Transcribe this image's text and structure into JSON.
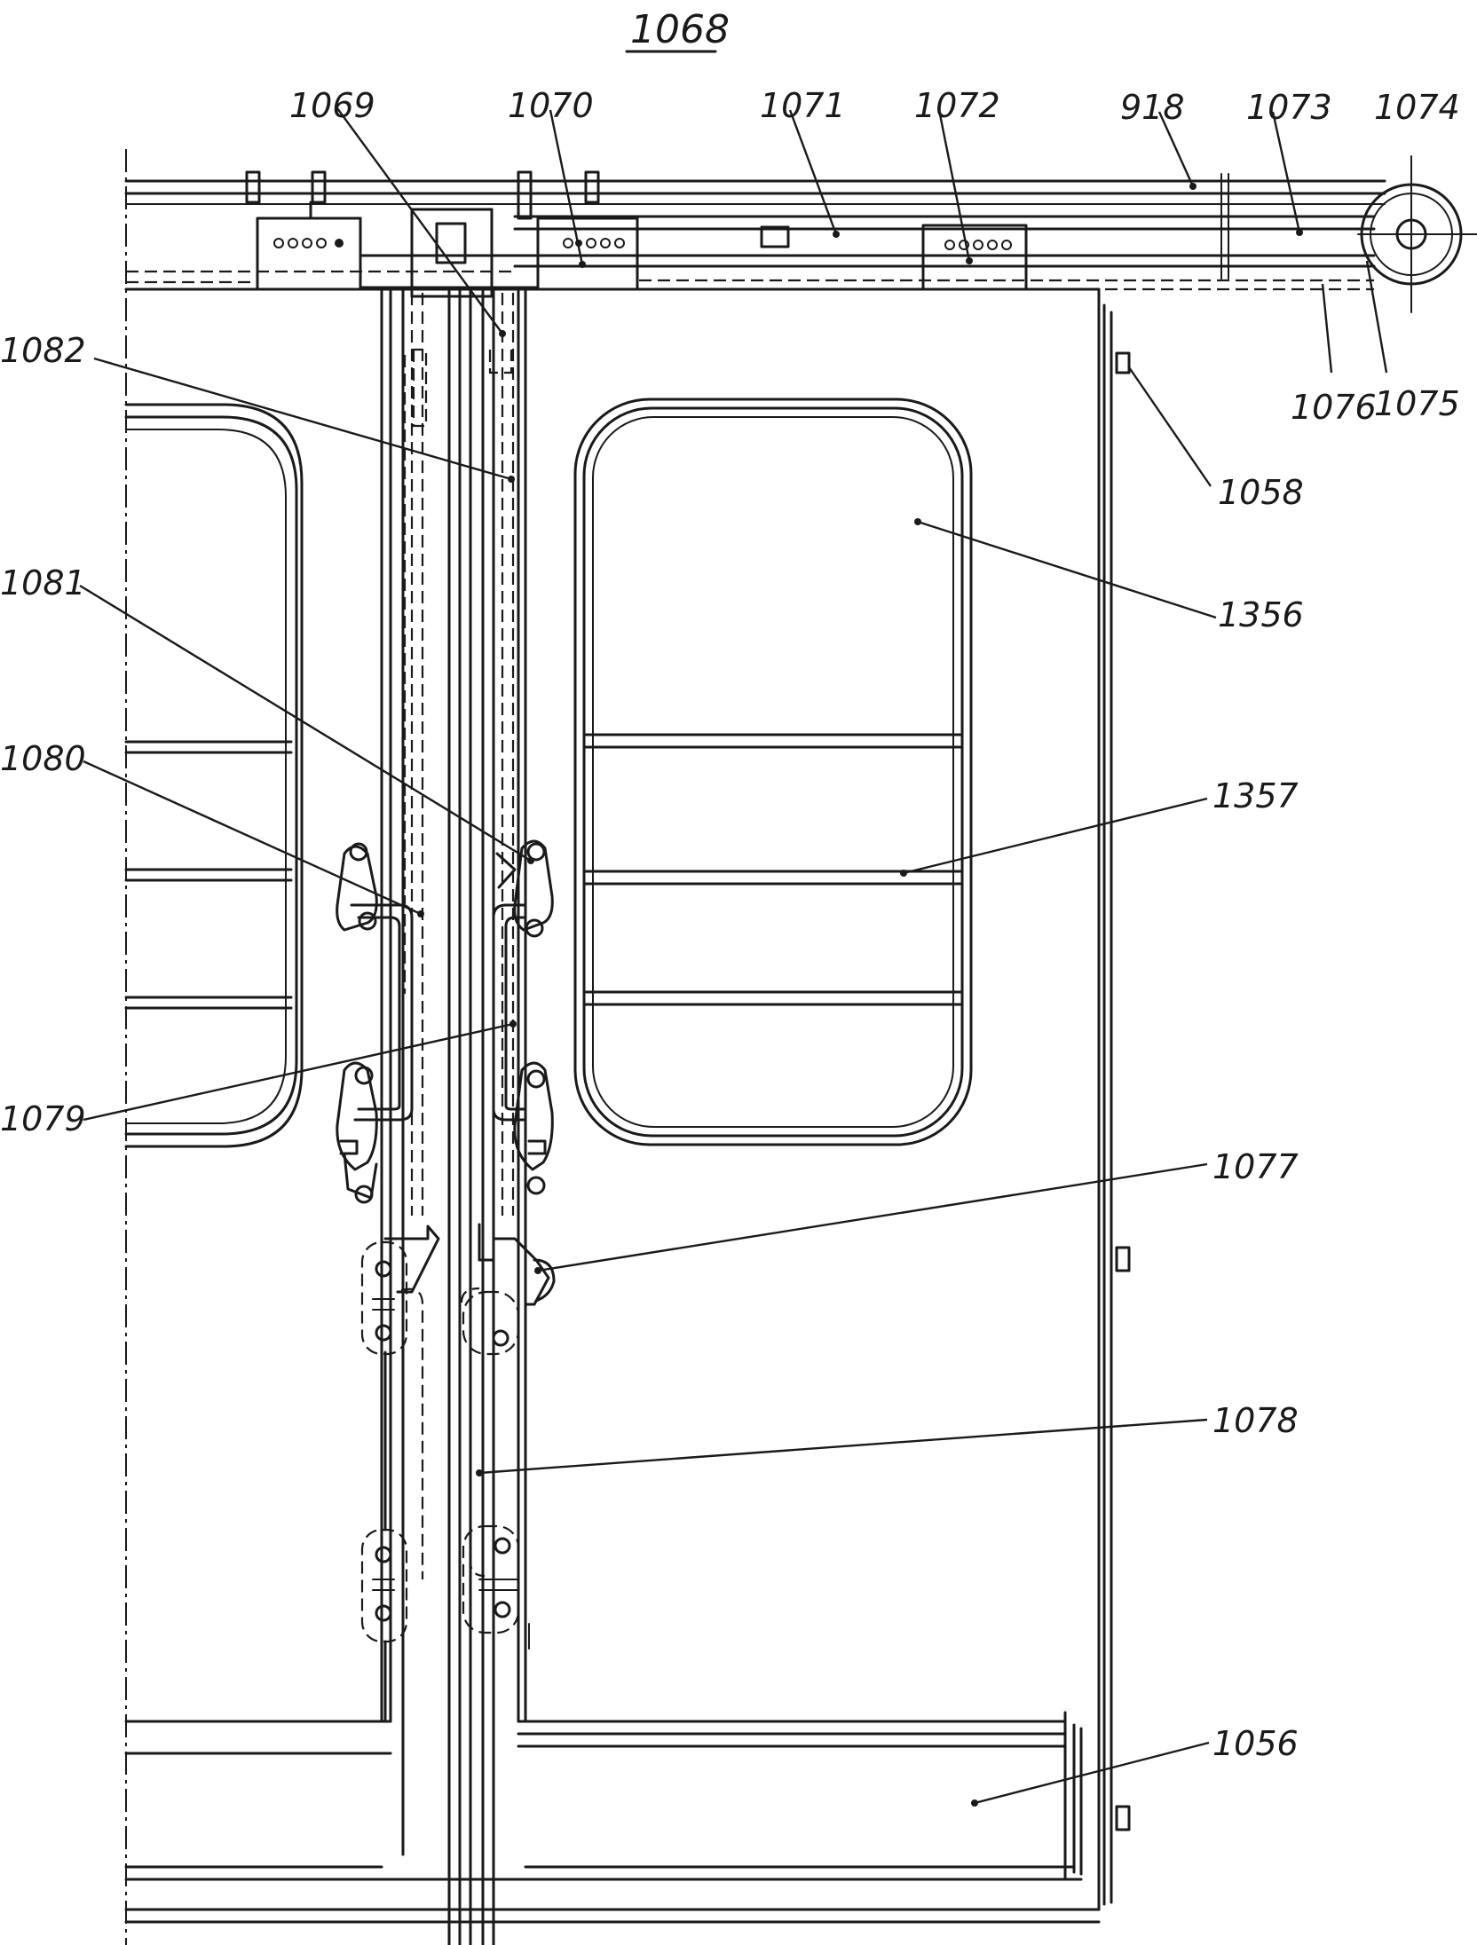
{
  "figure": {
    "title": "1068"
  },
  "labels": {
    "l1069": "1069",
    "l1070": "1070",
    "l1071": "1071",
    "l1072": "1072",
    "l918": "918",
    "l1073": "1073",
    "l1074": "1074",
    "l1075": "1075",
    "l1076": "1076",
    "l1058": "1058",
    "l1082": "1082",
    "l1081": "1081",
    "l1080": "1080",
    "l1079": "1079",
    "l1356": "1356",
    "l1357": "1357",
    "l1077": "1077",
    "l1078": "1078",
    "l1056": "1056"
  }
}
